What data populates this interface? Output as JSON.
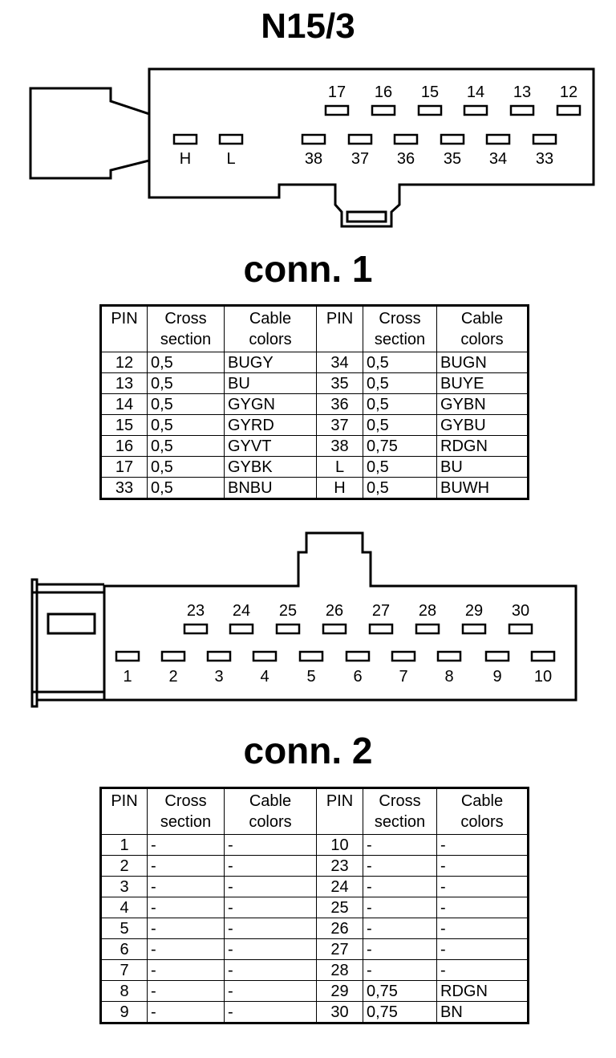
{
  "title": "N15/3",
  "connector1": {
    "title": "conn. 1",
    "top_row_pins": [
      "17",
      "16",
      "15",
      "14",
      "13",
      "12"
    ],
    "bottom_row_pins": [
      "H",
      "L",
      "38",
      "37",
      "36",
      "35",
      "34",
      "33"
    ],
    "table": {
      "headers": [
        "PIN",
        "Cross section",
        "Cable colors",
        "PIN",
        "Cross section",
        "Cable colors"
      ],
      "rows": [
        [
          "12",
          "0,5",
          "BUGY",
          "34",
          "0,5",
          "BUGN"
        ],
        [
          "13",
          "0,5",
          "BU",
          "35",
          "0,5",
          "BUYE"
        ],
        [
          "14",
          "0,5",
          "GYGN",
          "36",
          "0,5",
          "GYBN"
        ],
        [
          "15",
          "0,5",
          "GYRD",
          "37",
          "0,5",
          "GYBU"
        ],
        [
          "16",
          "0,5",
          "GYVT",
          "38",
          "0,75",
          "RDGN"
        ],
        [
          "17",
          "0,5",
          "GYBK",
          "L",
          "0,5",
          "BU"
        ],
        [
          "33",
          "0,5",
          "BNBU",
          "H",
          "0,5",
          "BUWH"
        ]
      ]
    }
  },
  "connector2": {
    "title": "conn. 2",
    "top_row_pins": [
      "23",
      "24",
      "25",
      "26",
      "27",
      "28",
      "29",
      "30"
    ],
    "bottom_row_pins": [
      "1",
      "2",
      "3",
      "4",
      "5",
      "6",
      "7",
      "8",
      "9",
      "10"
    ],
    "table": {
      "headers": [
        "PIN",
        "Cross section",
        "Cable colors",
        "PIN",
        "Cross section",
        "Cable colors"
      ],
      "rows": [
        [
          "1",
          "-",
          "-",
          "10",
          "-",
          "-"
        ],
        [
          "2",
          "-",
          "-",
          "23",
          "-",
          "-"
        ],
        [
          "3",
          "-",
          "-",
          "24",
          "-",
          "-"
        ],
        [
          "4",
          "-",
          "-",
          "25",
          "-",
          "-"
        ],
        [
          "5",
          "-",
          "-",
          "26",
          "-",
          "-"
        ],
        [
          "6",
          "-",
          "-",
          "27",
          "-",
          "-"
        ],
        [
          "7",
          "-",
          "-",
          "28",
          "-",
          "-"
        ],
        [
          "8",
          "-",
          "-",
          "29",
          "0,75",
          "RDGN"
        ],
        [
          "9",
          "-",
          "-",
          "30",
          "0,75",
          "BN"
        ]
      ]
    }
  }
}
